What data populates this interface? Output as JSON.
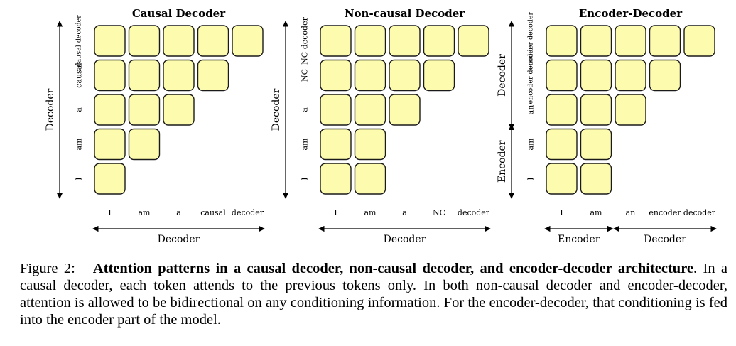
{
  "panels": [
    {
      "title": "Causal Decoder",
      "row_tokens": [
        "causal decoder",
        "causal",
        "a",
        "am",
        "I"
      ],
      "col_tokens": [
        "I",
        "am",
        "a",
        "causal",
        "decoder"
      ],
      "row_counts": [
        5,
        4,
        3,
        2,
        1
      ],
      "y_axis": [
        {
          "label": "Decoder",
          "rows": [
            0,
            4
          ]
        }
      ],
      "x_axis": [
        {
          "label": "Decoder",
          "cols": [
            0,
            4
          ]
        }
      ]
    },
    {
      "title": "Non-causal Decoder",
      "row_tokens": [
        "NC decoder",
        "NC",
        "a",
        "am",
        "I"
      ],
      "col_tokens": [
        "I",
        "am",
        "a",
        "NC",
        "decoder"
      ],
      "row_counts": [
        5,
        4,
        3,
        2,
        2
      ],
      "y_axis": [
        {
          "label": "Decoder",
          "rows": [
            0,
            4
          ]
        }
      ],
      "x_axis": [
        {
          "label": "Decoder",
          "cols": [
            0,
            4
          ]
        }
      ]
    },
    {
      "title": "Encoder-Decoder",
      "row_tokens": [
        "encoder decoder",
        "encoder decoder",
        "an",
        "am",
        "I"
      ],
      "col_tokens": [
        "I",
        "am",
        "an",
        "encoder",
        "decoder"
      ],
      "row_counts": [
        5,
        4,
        3,
        2,
        2
      ],
      "y_axis": [
        {
          "label": "Decoder",
          "rows": [
            0,
            2
          ]
        },
        {
          "label": "Encoder",
          "rows": [
            3,
            4
          ]
        }
      ],
      "x_axis": [
        {
          "label": "Encoder",
          "cols": [
            0,
            1
          ]
        },
        {
          "label": "Decoder",
          "cols": [
            2,
            4
          ]
        }
      ]
    }
  ],
  "colors": {
    "cell_fill": "#fdfcae",
    "cell_stroke": "#1a1a1a"
  },
  "caption": {
    "prefix": "Figure 2:",
    "bold": "Attention patterns in a causal decoder, non-causal decoder, and encoder-decoder architecture",
    "text": ". In a causal decoder, each token attends to the previous tokens only. In both non-causal decoder and encoder-decoder, attention is allowed to be bidirectional on any conditioning information. For the encoder-decoder, that conditioning is fed into the encoder part of the model."
  }
}
